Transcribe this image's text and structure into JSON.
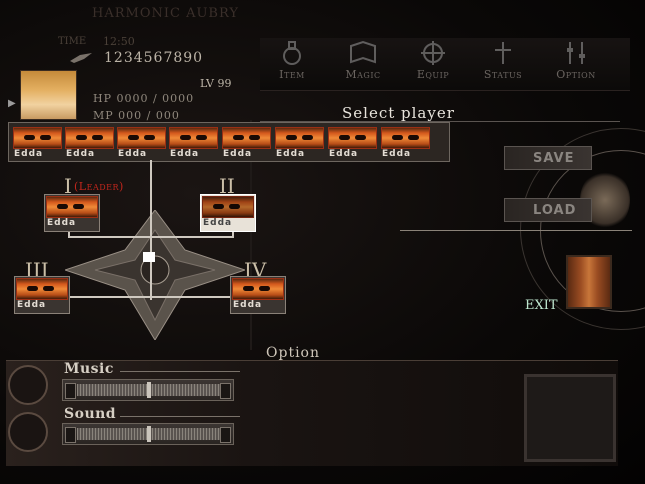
{
  "header": {
    "location": "HARMONIC AUBRY",
    "time_label": "TIME",
    "time_value": "12:50",
    "money": "1234567890"
  },
  "character": {
    "level": "LV 99",
    "hp": "HP 0000 / 0000",
    "mp": "MP 000 / 000"
  },
  "menu": {
    "items": [
      {
        "label": "Item",
        "icon": "potion-icon"
      },
      {
        "label": "Magic",
        "icon": "spellbook-icon"
      },
      {
        "label": "Equip",
        "icon": "crosshair-icon"
      },
      {
        "label": "Status",
        "icon": "sword-icon"
      },
      {
        "label": "Option",
        "icon": "sliders-icon"
      }
    ]
  },
  "select_player": {
    "title": "Select player",
    "roster": [
      "Edda",
      "Edda",
      "Edda",
      "Edda",
      "Edda",
      "Edda",
      "Edda",
      "Edda"
    ]
  },
  "formation": {
    "leader_tag": "Leader",
    "slots": [
      {
        "numeral": "I",
        "name": "Edda"
      },
      {
        "numeral": "II",
        "name": "Edda"
      },
      {
        "numeral": "III",
        "name": "Edda"
      },
      {
        "numeral": "IV",
        "name": "Edda"
      }
    ]
  },
  "actions": {
    "save": "SAVE",
    "load": "LOAD",
    "exit": "EXIT"
  },
  "option": {
    "title": "Option",
    "music_label": "Music",
    "sound_label": "Sound",
    "music_level": 0.5,
    "sound_level": 0.5
  }
}
